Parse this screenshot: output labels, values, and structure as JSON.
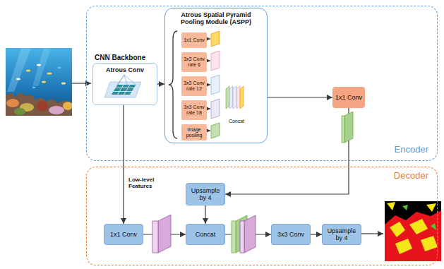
{
  "diagram": {
    "nodes": [
      {
        "text": [
          "Encoder"
        ]
      },
      {
        "text": [
          "CNN Backbone",
          "Atrous Conv"
        ],
        "in": 0
      },
      {
        "text": [
          "Atrous Spatial Pyramid Pooling Module (ASPP)"
        ],
        "in": 0
      },
      {
        "text": [
          "1x1 Conv"
        ],
        "in": 2
      },
      {
        "text": [
          "3x3 Conv rate 6"
        ],
        "in": 2
      },
      {
        "text": [
          "3x3 Conv rate 12"
        ],
        "in": 2
      },
      {
        "text": [
          "3x3 Conv rate 18"
        ],
        "in": 2
      },
      {
        "text": [
          "Image pooling"
        ],
        "in": 2
      },
      {
        "text": [
          "Concat"
        ],
        "in": 2
      },
      {
        "text": [
          "1x1 Conv"
        ],
        "in": 0
      },
      {
        "text": [
          "Decoder"
        ]
      },
      {
        "text": [
          "Upsample by 4"
        ],
        "in": 10
      },
      {
        "text": [
          "1x1 Conv"
        ],
        "in": 10
      },
      {
        "text": [
          "Concat"
        ],
        "in": 10
      },
      {
        "text": [
          "3x3 Conv"
        ],
        "in": 10
      },
      {
        "text": [
          "Upsample by 4"
        ],
        "in": 10
      }
    ],
    "edges": [
      {
        "from": 1,
        "to": 2,
        "arrow": "to"
      },
      {
        "from": 2,
        "to": 9,
        "arrow": "to"
      },
      {
        "from": 9,
        "to": 11,
        "arrow": "to"
      },
      {
        "from": 1,
        "to": 12,
        "arrow": "to",
        "label": "Low-level Features"
      },
      {
        "from": 12,
        "to": 13,
        "arrow": "to"
      },
      {
        "from": 11,
        "to": 13,
        "arrow": "to"
      },
      {
        "from": 13,
        "to": 14,
        "arrow": "to"
      },
      {
        "from": 14,
        "to": 15,
        "arrow": "to"
      }
    ]
  }
}
